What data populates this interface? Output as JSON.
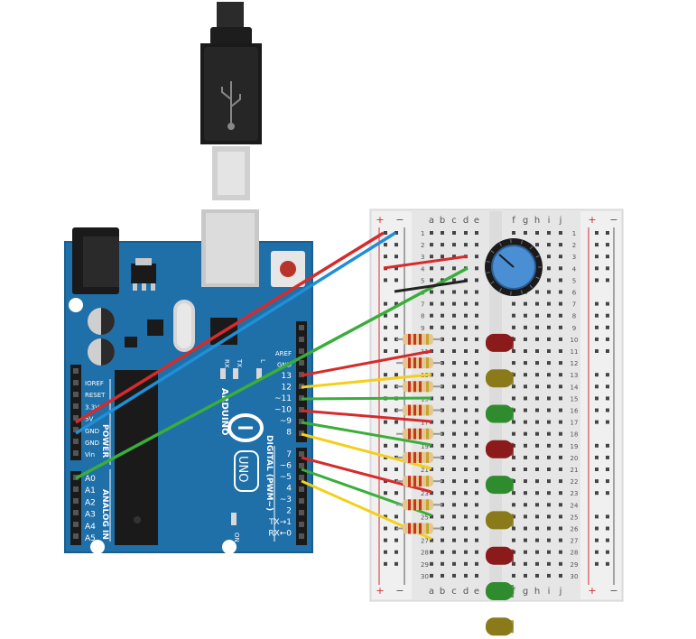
{
  "arduino": {
    "brand": "ARDUINO",
    "model": "UNO",
    "on_label": "ON",
    "tx_label": "TX",
    "rx_label": "RX",
    "l_label": "L",
    "digital_label": "DIGITAL (PWM~)",
    "power_label": "POWER",
    "analog_label": "ANALOG IN",
    "power_pins": [
      "IOREF",
      "RESET",
      "3.3V",
      "5V",
      "GND",
      "GND",
      "Vin"
    ],
    "analog_pins": [
      "A0",
      "A1",
      "A2",
      "A3",
      "A4",
      "A5"
    ],
    "digital_pins_upper": [
      "AREF",
      "GND",
      "13",
      "12",
      "~11",
      "~10",
      "~9",
      "8"
    ],
    "digital_pins_lower": [
      "7",
      "~6",
      "~5",
      "4",
      "~3",
      "2",
      "TX→1",
      "RX←0"
    ]
  },
  "breadboard": {
    "columns_left": [
      "a",
      "b",
      "c",
      "d",
      "e"
    ],
    "columns_right": [
      "f",
      "g",
      "h",
      "i",
      "j"
    ],
    "rail_plus": "+",
    "rail_minus": "−",
    "rows": 30
  },
  "components": {
    "led_colors": [
      "#8b1a1a",
      "#8b7a1a",
      "#2e8b2e",
      "#8b1a1a",
      "#2e8b2e",
      "#8b7a1a",
      "#8b1a1a",
      "#2e8b2e",
      "#8b7a1a"
    ],
    "wire_colors": {
      "red": "#d62b2b",
      "blue": "#1f8fd6",
      "green": "#3aae3a",
      "yellow": "#f2d01a",
      "black": "#222222"
    },
    "potentiometer_color": "#4a8fd4"
  }
}
